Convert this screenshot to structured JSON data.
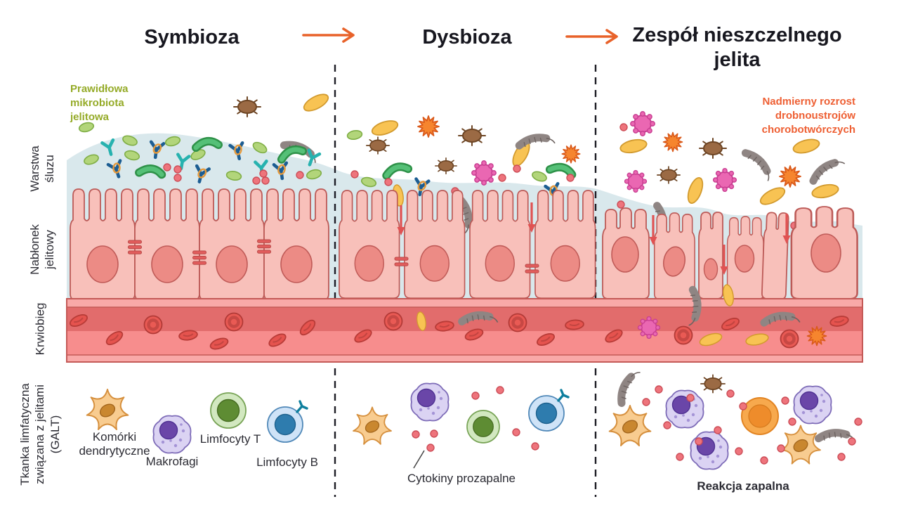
{
  "stages": {
    "symbiosis": "Symbioza",
    "dysbiosis": "Dysbioza",
    "leaky_gut": "Zespół nieszczelnego jelita"
  },
  "layers": {
    "mucus": "Warstwa śluzu",
    "epithelium": "Nabłonek jelitowy",
    "bloodstream": "Krwiobieg",
    "galt": "Tkanka limfatyczna związana z jelitami (GALT)"
  },
  "annotations": {
    "healthy_microbiota": "Prawidłowa mikrobiota jelitowa",
    "pathogen_overgrowth": "Nadmierny rozrost drobnoustrojów chorobotwórczych",
    "cytokines": "Cytokiny prozapalne",
    "inflammation": "Reakcja zapalna"
  },
  "legend": {
    "dendritic_cells": "Komórki dendrytyczne",
    "macrophages": "Makrofagi",
    "t_lymphocytes": "Limfocyty T",
    "b_lymphocytes": "Limfocyty B"
  },
  "colors": {
    "arrow_orange": "#e8622a",
    "healthy_green": "#95ab28",
    "pathogen_orange": "#ee5f33",
    "mucus_blue": "#d9e8ec",
    "cell_pink": "#f8c0ba",
    "vessel_red": "#f79191",
    "text_dark": "#1d1d25"
  }
}
